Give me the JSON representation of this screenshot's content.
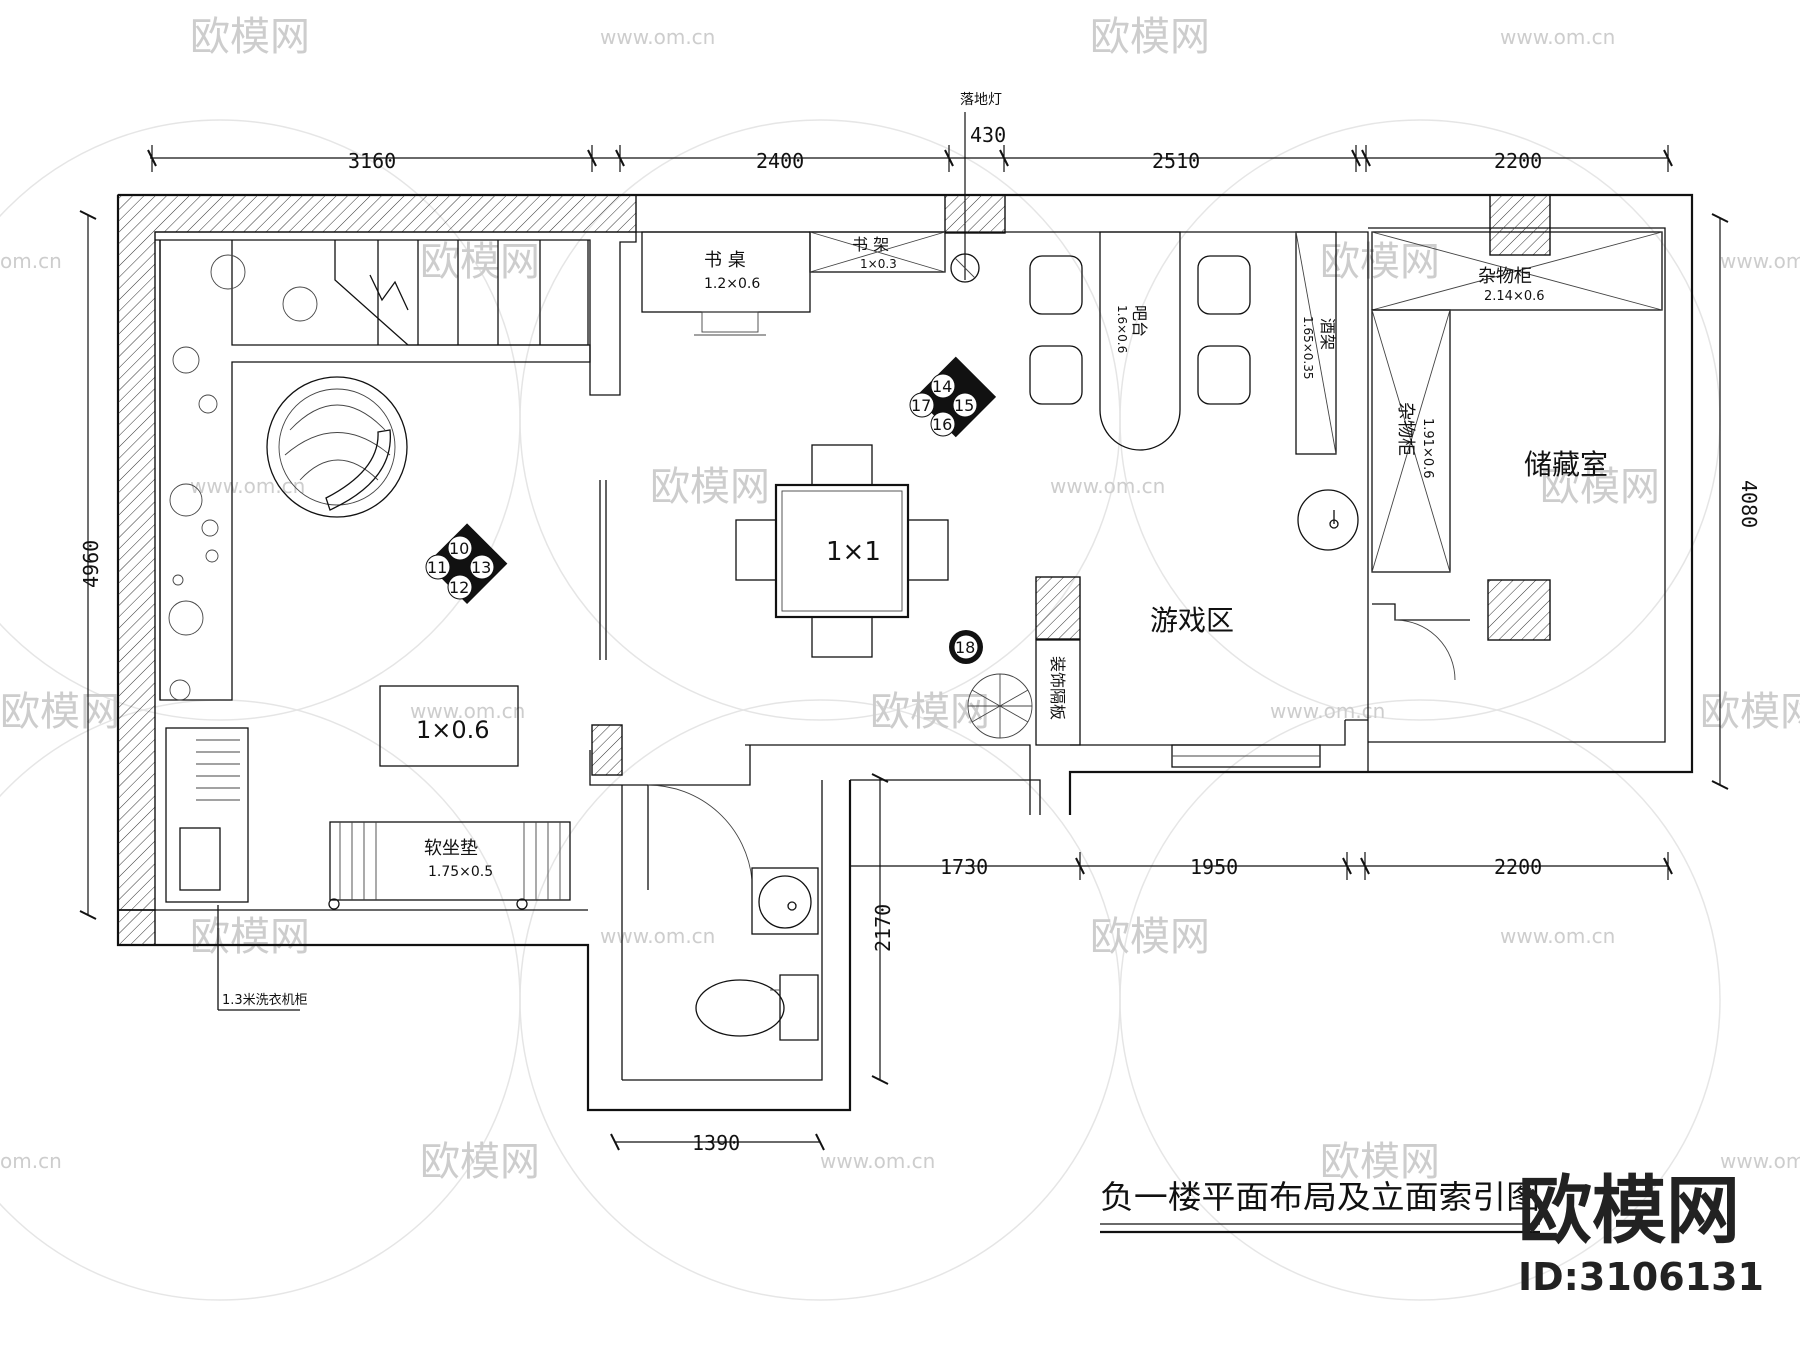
{
  "watermark": {
    "brand": "欧模网",
    "url": "www.om.cn",
    "url_fragment": "om.cn"
  },
  "dimensions": {
    "top": [
      "3160",
      "2400",
      "430",
      "2510",
      "2200"
    ],
    "bottom": [
      "1730",
      "1950",
      "2200"
    ],
    "left": "4960",
    "right": "4080",
    "toilet_width": "1390",
    "toilet_depth": "2170"
  },
  "rooms": {
    "game_area": "游戏区",
    "storage_room": "储藏室"
  },
  "furniture": {
    "floor_lamp": "落地灯",
    "desk_name": "书 桌",
    "desk_size": "1.2×0.6",
    "shelf_name": "书 架",
    "shelf_size": "1×0.3",
    "bar_name": "吧台",
    "bar_size": "1.6×0.6",
    "wine_rack_name": "酒架",
    "wine_rack_size": "1.65×0.35",
    "sundry_cabinet_top_name": "杂物柜",
    "sundry_cabinet_top_size": "2.14×0.6",
    "sundry_cabinet_side_name": "杂物柜",
    "sundry_cabinet_side_size": "1.91×0.6",
    "game_table_size": "1×1",
    "coffee_table_size": "1×0.6",
    "cushion_name": "软坐垫",
    "cushion_size": "1.75×0.5",
    "partition_name": "装饰隔板",
    "washer_cabinet": "1.3米洗衣机柜"
  },
  "elevation_index": {
    "marker_a": [
      "14",
      "15",
      "16",
      "17"
    ],
    "marker_b": [
      "10",
      "13",
      "12",
      "11"
    ],
    "marker_c": "18"
  },
  "title": "负一楼平面布局及立面索引图",
  "footer": {
    "brand": "欧模网",
    "id": "ID:3106131"
  }
}
